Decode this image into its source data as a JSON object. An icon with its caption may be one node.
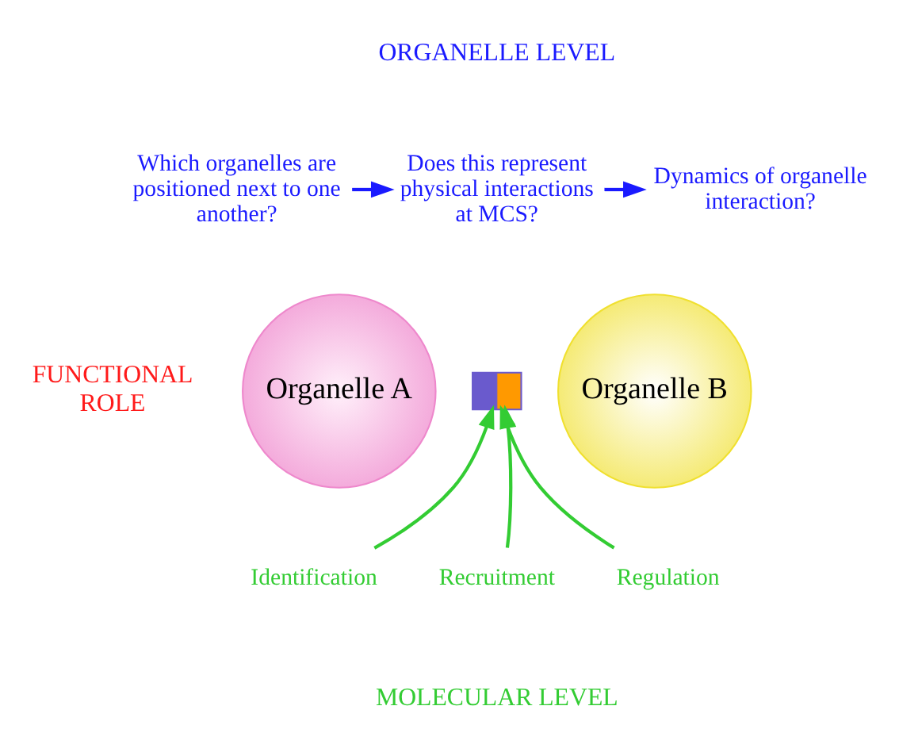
{
  "diagram": {
    "nodes": [
      {
        "text": [
          "Which organelles are positioned next to one another?"
        ]
      },
      {
        "text": [
          "Does this represent physical interactions at MCS?"
        ]
      },
      {
        "text": [
          "Dynamics of organelle interaction?"
        ]
      },
      {
        "text": [
          "Organelle A"
        ]
      },
      {
        "text": [
          "Organelle B"
        ]
      },
      {
        "text": [],
        "shape": "bar"
      },
      {
        "text": [
          "Identification"
        ]
      },
      {
        "text": [
          "Recruitment"
        ]
      },
      {
        "text": [
          "Regulation"
        ]
      }
    ],
    "edges": [
      {
        "from": 0,
        "to": 1,
        "arrow": "to",
        "color": "#1a1aff"
      },
      {
        "from": 1,
        "to": 2,
        "arrow": "to",
        "color": "#1a1aff"
      },
      {
        "from": 6,
        "to": 5,
        "arrow": "to"
      },
      {
        "from": 7,
        "to": 5,
        "arrow": "to"
      },
      {
        "from": 8,
        "to": 5,
        "arrow": "to"
      }
    ],
    "labels": [
      "ORGANELLE LEVEL",
      "FUNCTIONAL ROLE",
      "MOLECULAR LEVEL"
    ]
  }
}
